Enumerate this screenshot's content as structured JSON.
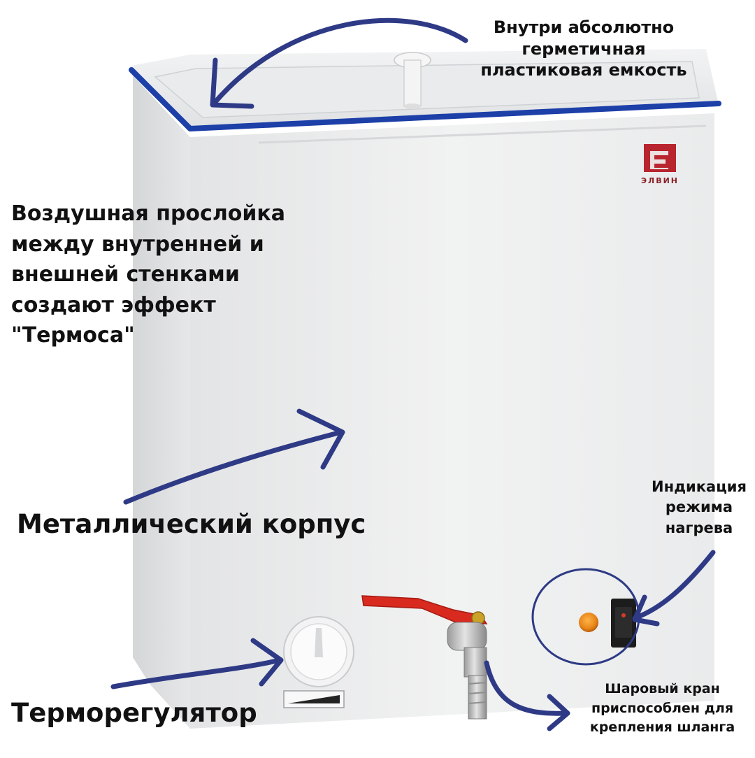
{
  "labels": {
    "inner_tank": "Внутри абсолютно\nгерметичная\nпластиковая емкость",
    "air_layer": "Воздушная прослойка\nмежду внутренней и\nвнешней стенками\n создают эффект\n\"Термоса\"",
    "metal_body": "Металлический корпус",
    "heat_indicator": "Индикация\nрежима\nнагрева",
    "thermostat": "Терморегулятор",
    "ball_valve": "Шаровый кран\nприспособлен для\nкрепления шланга"
  },
  "brand": {
    "logo_text": "ЭЛВИН"
  },
  "colors": {
    "arrow": "#2e3a85",
    "rim": "#1c3fa8",
    "valve_handle": "#d82a1f",
    "indicator_lamp": "#e8861a",
    "body": "#eff0f0"
  }
}
